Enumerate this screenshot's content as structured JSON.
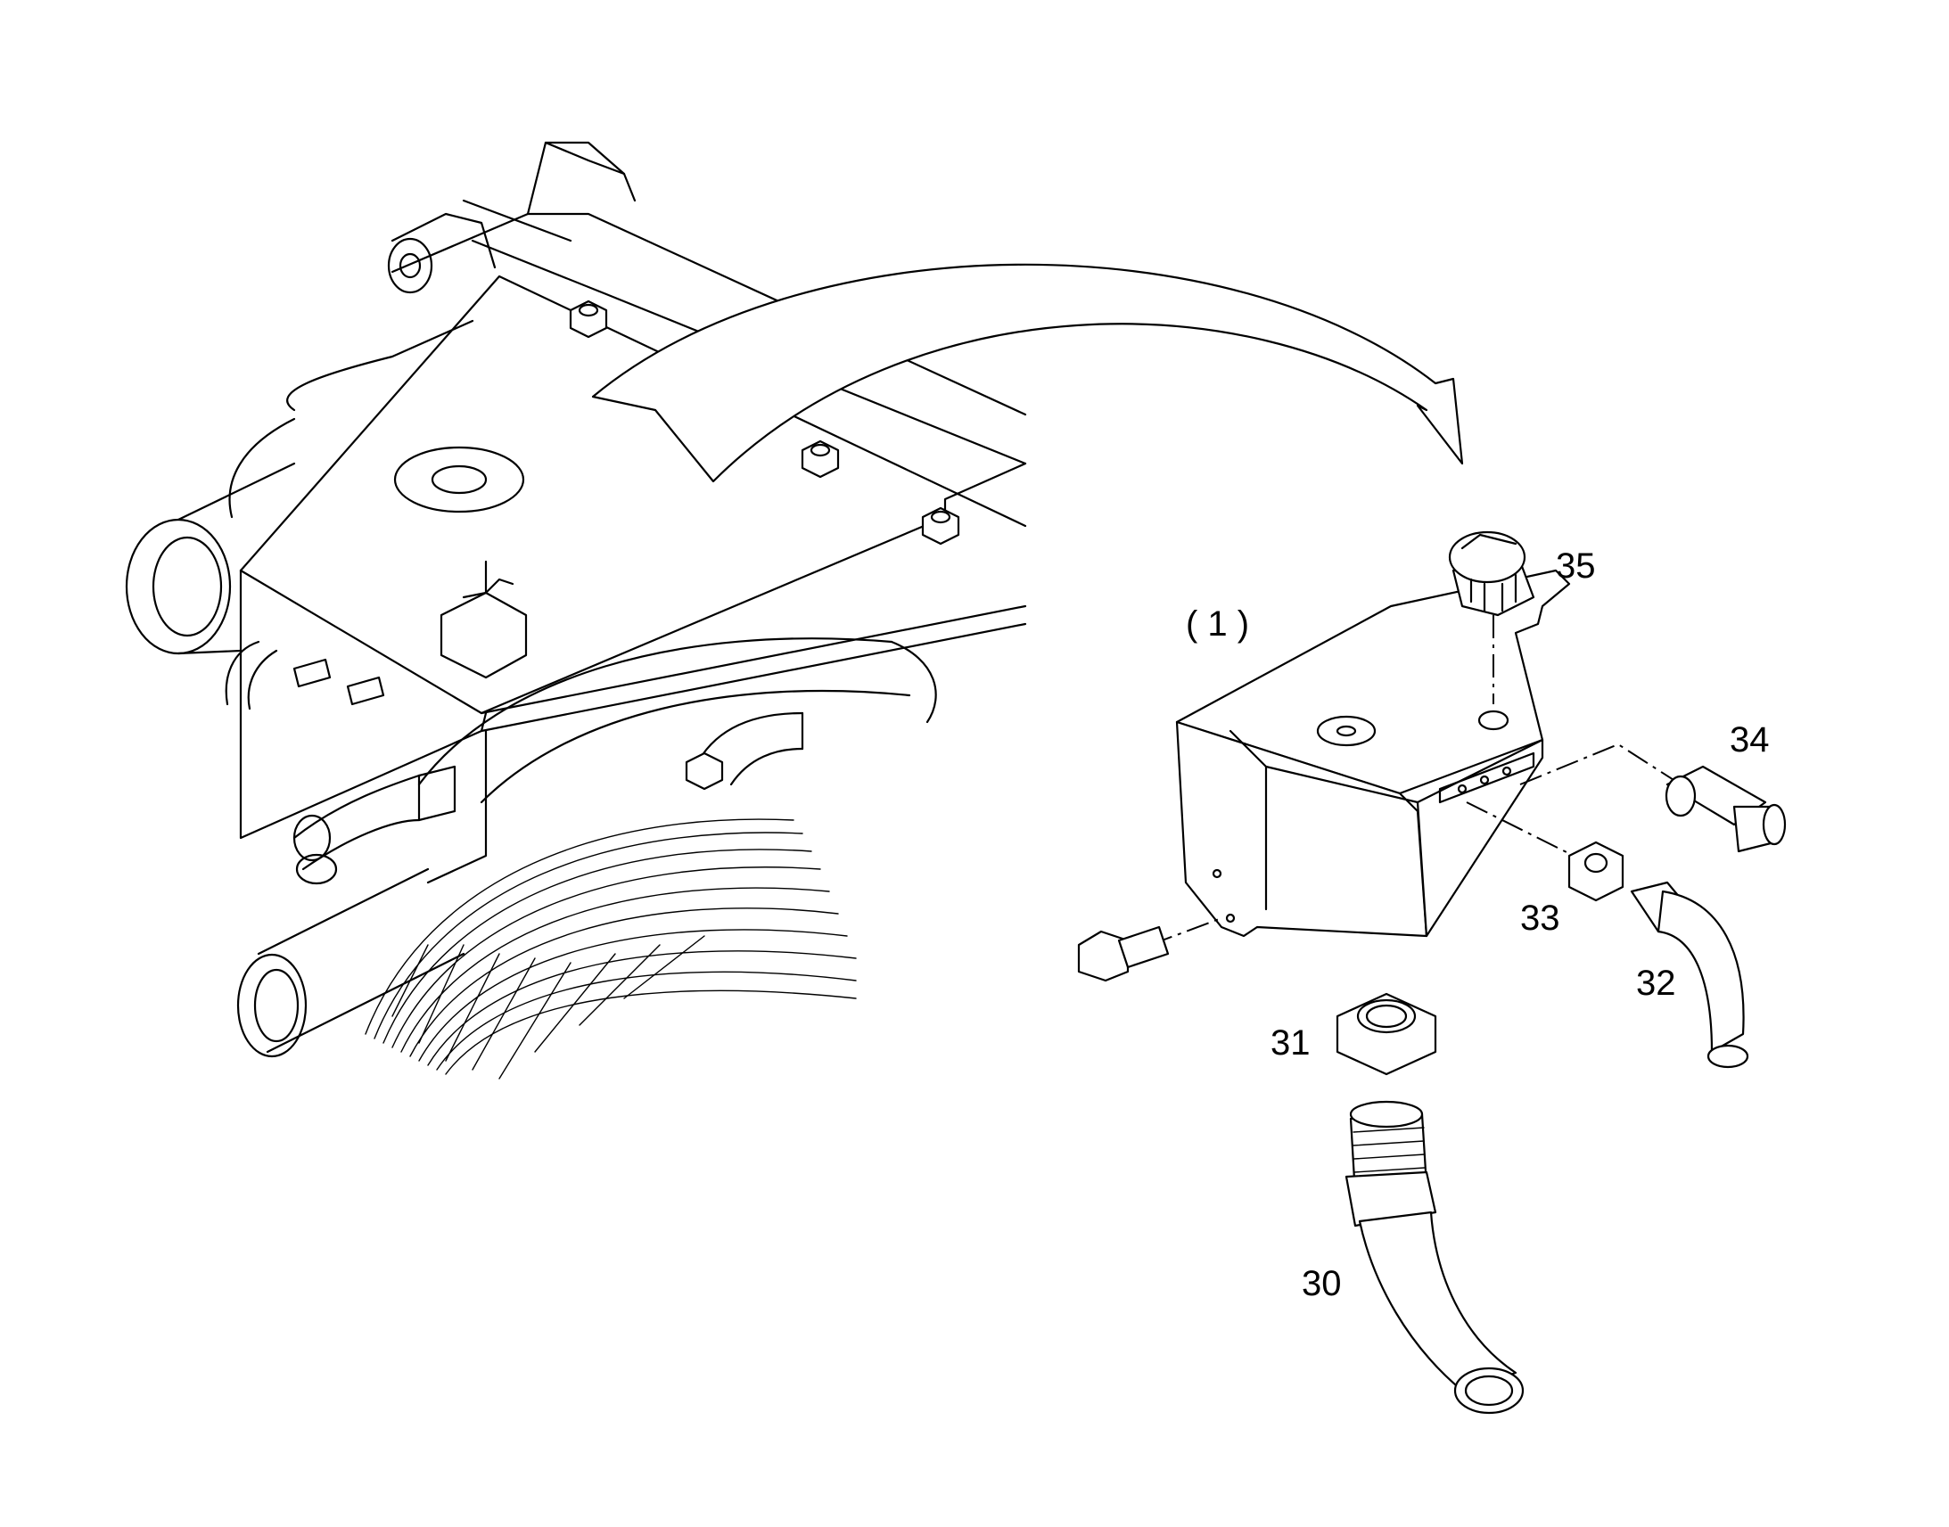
{
  "callouts": {
    "assembly": "( 1 )",
    "p35": "35",
    "p34": "34",
    "p33": "33",
    "p32": "32",
    "p31": "31",
    "p30": "30"
  },
  "colors": {
    "line": "#000000",
    "background": "#ffffff"
  }
}
